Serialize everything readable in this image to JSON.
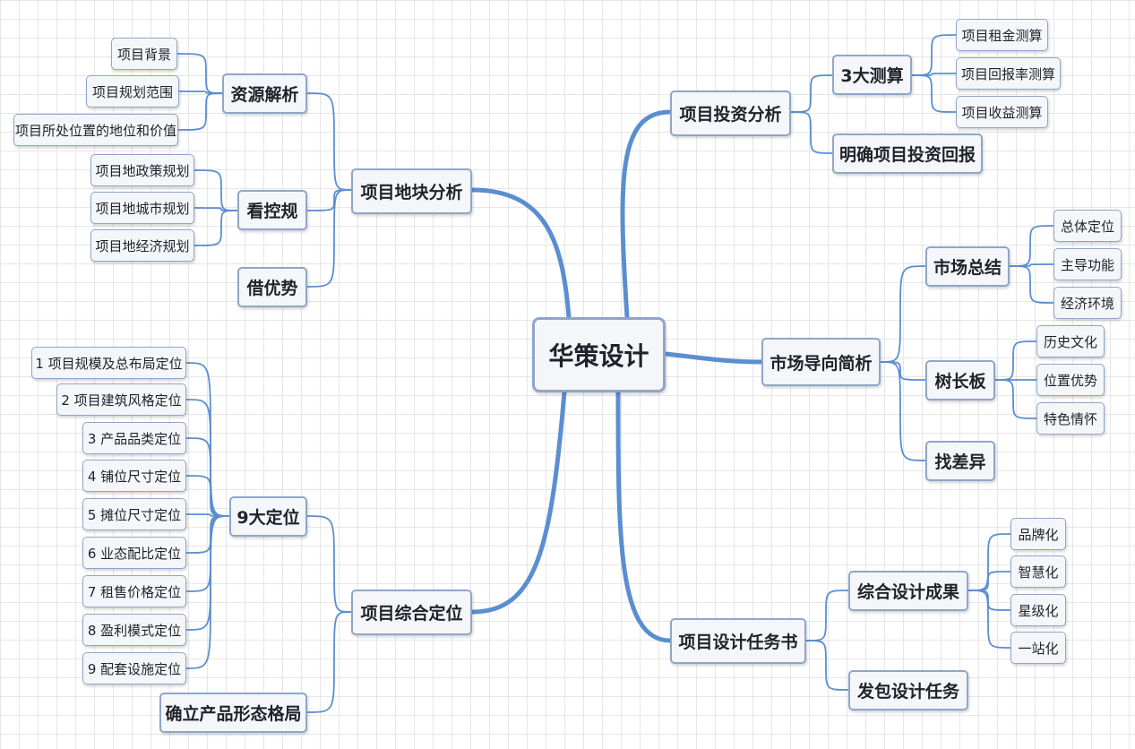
{
  "root": {
    "label": "华策设计"
  },
  "branches": {
    "plot_analysis": {
      "label": "项目地块分析",
      "resource_analysis": {
        "label": "资源解析",
        "items": [
          "项目背景",
          "项目规划范围",
          "项目所处位置的地位和价值"
        ]
      },
      "zoning_review": {
        "label": "看控规",
        "items": [
          "项目地政策规划",
          "项目地城市规划",
          "项目地经济规划"
        ]
      },
      "leverage": {
        "label": "借优势"
      }
    },
    "investment": {
      "label": "项目投资分析",
      "three_calcs": {
        "label": "3大测算",
        "items": [
          "项目租金测算",
          "项目回报率测算",
          "项目收益测算"
        ]
      },
      "clarify_return": {
        "label": "明确项目投资回报"
      }
    },
    "market": {
      "label": "市场导向简析",
      "summary": {
        "label": "市场总结",
        "items": [
          "总体定位",
          "主导功能",
          "经济环境"
        ]
      },
      "benchmark": {
        "label": "树长板",
        "items": [
          "历史文化",
          "位置优势",
          "特色情怀"
        ]
      },
      "gaps": {
        "label": "找差异"
      }
    },
    "positioning": {
      "label": "项目综合定位",
      "nine": {
        "label": "9大定位",
        "items": [
          "1 项目规模及总布局定位",
          "2 项目建筑风格定位",
          "3 产品品类定位",
          "4 铺位尺寸定位",
          "5 摊位尺寸定位",
          "6 业态配比定位",
          "7 租售价格定位",
          "8 盈利模式定位",
          "9 配套设施定位"
        ]
      },
      "form": {
        "label": "确立产品形态格局"
      }
    },
    "design_brief": {
      "label": "项目设计任务书",
      "results": {
        "label": "综合设计成果",
        "items": [
          "品牌化",
          "智慧化",
          "星级化",
          "一站化"
        ]
      },
      "outsource": {
        "label": "发包设计任务"
      }
    }
  },
  "colors": {
    "line": "#5b8ed1",
    "node_border": "#8ea7c8",
    "node_fill": "#f4f6f9",
    "text": "#1f2329",
    "grid": "#e6e6e6"
  }
}
